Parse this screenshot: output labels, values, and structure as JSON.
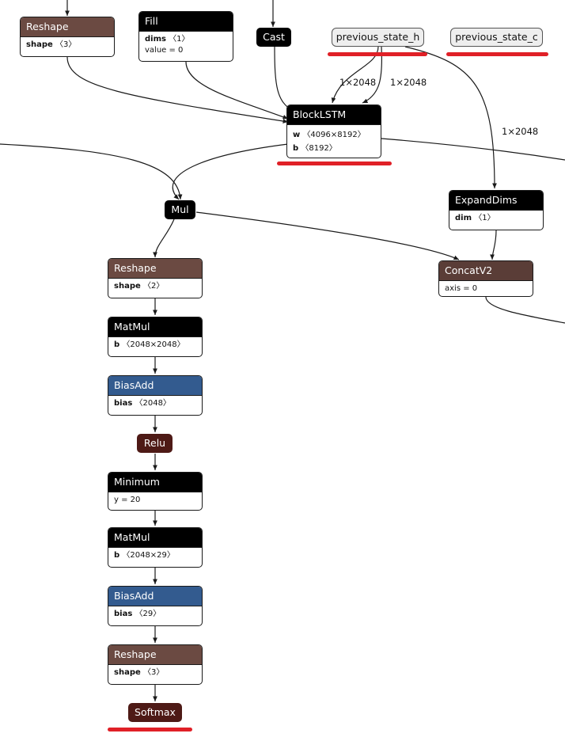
{
  "nodes": {
    "reshape_top": {
      "title": "Reshape",
      "attr_name": "shape",
      "attr_value": "〈3〉"
    },
    "fill": {
      "title": "Fill",
      "attr1_name": "dims",
      "attr1_value": "〈1〉",
      "attr2": "value = 0"
    },
    "cast": {
      "title": "Cast"
    },
    "previous_state_h": {
      "title": "previous_state_h"
    },
    "previous_state_c": {
      "title": "previous_state_c"
    },
    "blocklstm": {
      "title": "BlockLSTM",
      "attr1_name": "w",
      "attr1_value": "〈4096×8192〉",
      "attr2_name": "b",
      "attr2_value": "〈8192〉"
    },
    "expanddims": {
      "title": "ExpandDims",
      "attr_name": "dim",
      "attr_value": "〈1〉"
    },
    "mul": {
      "title": "Mul"
    },
    "concatv2": {
      "title": "ConcatV2",
      "attr": "axis = 0"
    },
    "reshape1": {
      "title": "Reshape",
      "attr_name": "shape",
      "attr_value": "〈2〉"
    },
    "matmul1": {
      "title": "MatMul",
      "attr_name": "b",
      "attr_value": "〈2048×2048〉"
    },
    "biasadd1": {
      "title": "BiasAdd",
      "attr_name": "bias",
      "attr_value": "〈2048〉"
    },
    "relu": {
      "title": "Relu"
    },
    "minimum": {
      "title": "Minimum",
      "attr": "y = 20"
    },
    "matmul2": {
      "title": "MatMul",
      "attr_name": "b",
      "attr_value": "〈2048×29〉"
    },
    "biasadd2": {
      "title": "BiasAdd",
      "attr_name": "bias",
      "attr_value": "〈29〉"
    },
    "reshape2": {
      "title": "Reshape",
      "attr_name": "shape",
      "attr_value": "〈3〉"
    },
    "softmax": {
      "title": "Softmax"
    }
  },
  "edge_labels": {
    "h_to_lstm_a": "1×2048",
    "h_to_lstm_b": "1×2048",
    "c_to_expanddims": "1×2048"
  },
  "colors": {
    "edge": "#1a1a1a",
    "highlight": "#e02027",
    "header_black": "#000000",
    "header_brown": "#6b4a42",
    "header_dark_brown": "#5a3d37",
    "header_blue": "#335b8f",
    "header_maroon": "#4e1a16",
    "input_fill": "#eeeeee"
  }
}
